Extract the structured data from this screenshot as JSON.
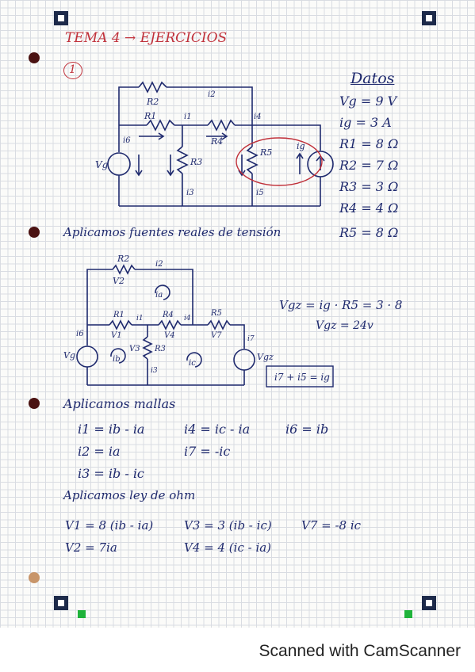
{
  "title": "TEMA 4 → EJERCICIOS",
  "exercise_number": "1",
  "datos": {
    "heading": "Datos",
    "items": [
      "Vg = 9 V",
      "ig = 3 A",
      "R1 = 8 Ω",
      "R2 = 7 Ω",
      "R3 = 3 Ω",
      "R4 = 4 Ω",
      "R5 = 8 Ω"
    ]
  },
  "circuit1": {
    "r1": "R1",
    "r2": "R2",
    "r3": "R3",
    "r4": "R4",
    "r5": "R5",
    "i1": "i1",
    "i2": "i2",
    "i3": "i3",
    "i4": "i4",
    "i5": "i5",
    "i6": "i6",
    "vg": "Vg",
    "ig": "ig"
  },
  "section_fuentes": "Aplicamos fuentes reales de tensión",
  "circuit2": {
    "r1": "R1",
    "r2": "R2",
    "r3": "R3",
    "r4": "R4",
    "r5": "R5",
    "v1": "V1",
    "v2": "V2",
    "v3": "V3",
    "v4": "V4",
    "v7": "V7",
    "i1": "i1",
    "i2": "i2",
    "i3": "i3",
    "i4": "i4",
    "i6": "i6",
    "i7": "i7",
    "vg": "Vg",
    "vgz": "Vgz",
    "ia": "ia",
    "ib": "ib",
    "ic": "ic"
  },
  "vgz_eq1": "Vgz = ig · R5 = 3 · 8",
  "vgz_eq2": "Vgz = 24v",
  "boxed_eq": "i7 + i5 = ig",
  "section_mallas": "Aplicamos mallas",
  "mallas": {
    "col1": [
      "i1 = ib - ia",
      "i2 = ia",
      "i3 = ib - ic"
    ],
    "col2": [
      "i4 = ic - ia",
      "i7 = -ic"
    ],
    "col3": [
      "i6 = ib"
    ]
  },
  "section_ohm": "Aplicamos ley de ohm",
  "ohm": {
    "col1": [
      "V1 = 8 (ib - ia)",
      "V2 = 7ia"
    ],
    "col2": [
      "V3 = 3 (ib - ic)",
      "V4 = 4 (ic - ia)"
    ],
    "col3": [
      "V7 = -8 ic"
    ]
  },
  "footer": "Scanned with CamScanner"
}
